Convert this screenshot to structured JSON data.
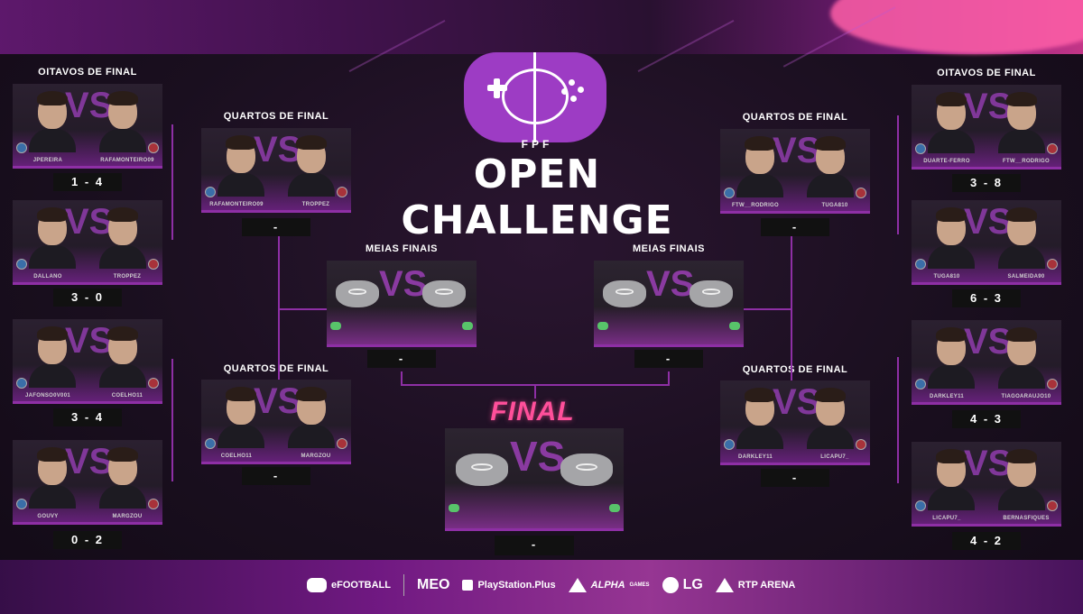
{
  "header": {
    "logo_org": "FPF",
    "logo_title": "OPEN CHALLENGE"
  },
  "rounds": {
    "round_of_16": "OITAVOS DE FINAL",
    "quarter_finals": "QUARTOS DE FINAL",
    "semi_finals": "MEIAS FINAIS",
    "final": "FINAL"
  },
  "left_r16": [
    {
      "p1": "JPEREIRA",
      "p2": "RAFAMONTEIRO09",
      "score": "1 - 4"
    },
    {
      "p1": "DALLANO",
      "p2": "TROPPEZ",
      "score": "3 - 0"
    },
    {
      "p1": "JAFONSO0V001",
      "p2": "COELHO11",
      "score": "3 - 4"
    },
    {
      "p1": "GOUVY",
      "p2": "MARGZOU",
      "score": "0 - 2"
    }
  ],
  "left_qf": [
    {
      "p1": "RAFAMONTEIRO09",
      "p2": "TROPPEZ",
      "score": "-"
    },
    {
      "p1": "COELHO11",
      "p2": "MARGZOU",
      "score": "-"
    }
  ],
  "right_r16": [
    {
      "p1": "DUARTE-FERRO",
      "p2": "FTW__RODRIGO",
      "score": "3 - 8"
    },
    {
      "p1": "TUGA810",
      "p2": "SALMEIDA90",
      "score": "6 - 3"
    },
    {
      "p1": "DARKLEY11",
      "p2": "TIAGOARAUJO10",
      "score": "4 - 3"
    },
    {
      "p1": "LICAPU7_",
      "p2": "BERNASFIQUES",
      "score": "4 - 2"
    }
  ],
  "right_qf": [
    {
      "p1": "FTW__RODRIGO",
      "p2": "TUGA810",
      "score": "-"
    },
    {
      "p1": "DARKLEY11",
      "p2": "LICAPU7_",
      "score": "-"
    }
  ],
  "semis": [
    {
      "score": "-"
    },
    {
      "score": "-"
    }
  ],
  "final_match": {
    "score": "-"
  },
  "vs_text": "VS",
  "sponsors": {
    "efootball": "eFOOTBALL",
    "meo": "MEO",
    "playstation": "PlayStation.Plus",
    "alpha": "ALPHA",
    "alpha_sub": "GAMES",
    "lg": "LG",
    "rtp": "RTP ARENA"
  },
  "colors": {
    "accent": "#8e2fa5",
    "final": "#ff4f9a",
    "logo": "#9d3cc4"
  }
}
